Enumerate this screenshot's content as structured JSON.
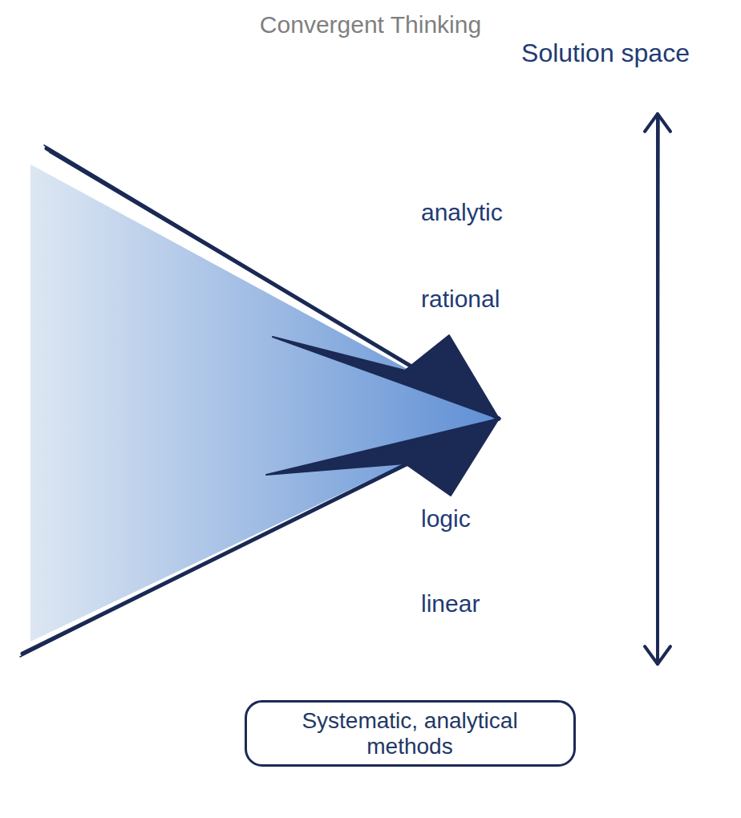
{
  "diagram": {
    "title": "Convergent Thinking",
    "nodes": [
      {
        "text": [
          "Systematic, analytical methods"
        ]
      }
    ],
    "labels": [
      "Solution space",
      "analytic",
      "rational",
      "logic",
      "linear"
    ]
  }
}
